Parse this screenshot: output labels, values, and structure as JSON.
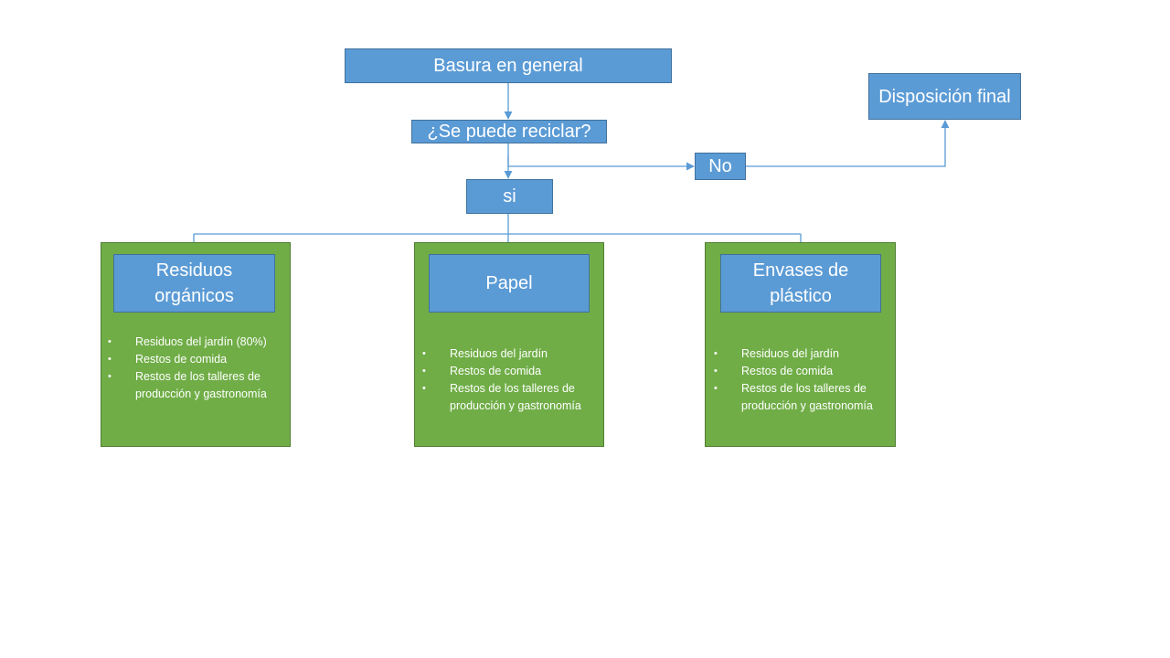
{
  "colors": {
    "node_fill": "#5b9bd5",
    "node_border": "#41719c",
    "group_fill": "#70ad47",
    "connector": "#5b9bd5",
    "text": "#ffffff"
  },
  "nodes": {
    "root": "Basura en general",
    "question": "¿Se puede reciclar?",
    "no": "No",
    "yes": "si",
    "final": "Disposición final"
  },
  "categories": [
    {
      "title": "Residuos orgánicos",
      "items": [
        "Residuos del jardín (80%)",
        "Restos de comida",
        "Restos de los talleres de producción y gastronomía"
      ]
    },
    {
      "title": "Papel",
      "items": [
        "Residuos del jardín",
        "Restos de comida",
        "Restos de los talleres de producción y gastronomía"
      ]
    },
    {
      "title": "Envases de plástico",
      "items": [
        "Residuos del jardín",
        "Restos de comida",
        "Restos de los talleres de producción y gastronomía"
      ]
    }
  ]
}
